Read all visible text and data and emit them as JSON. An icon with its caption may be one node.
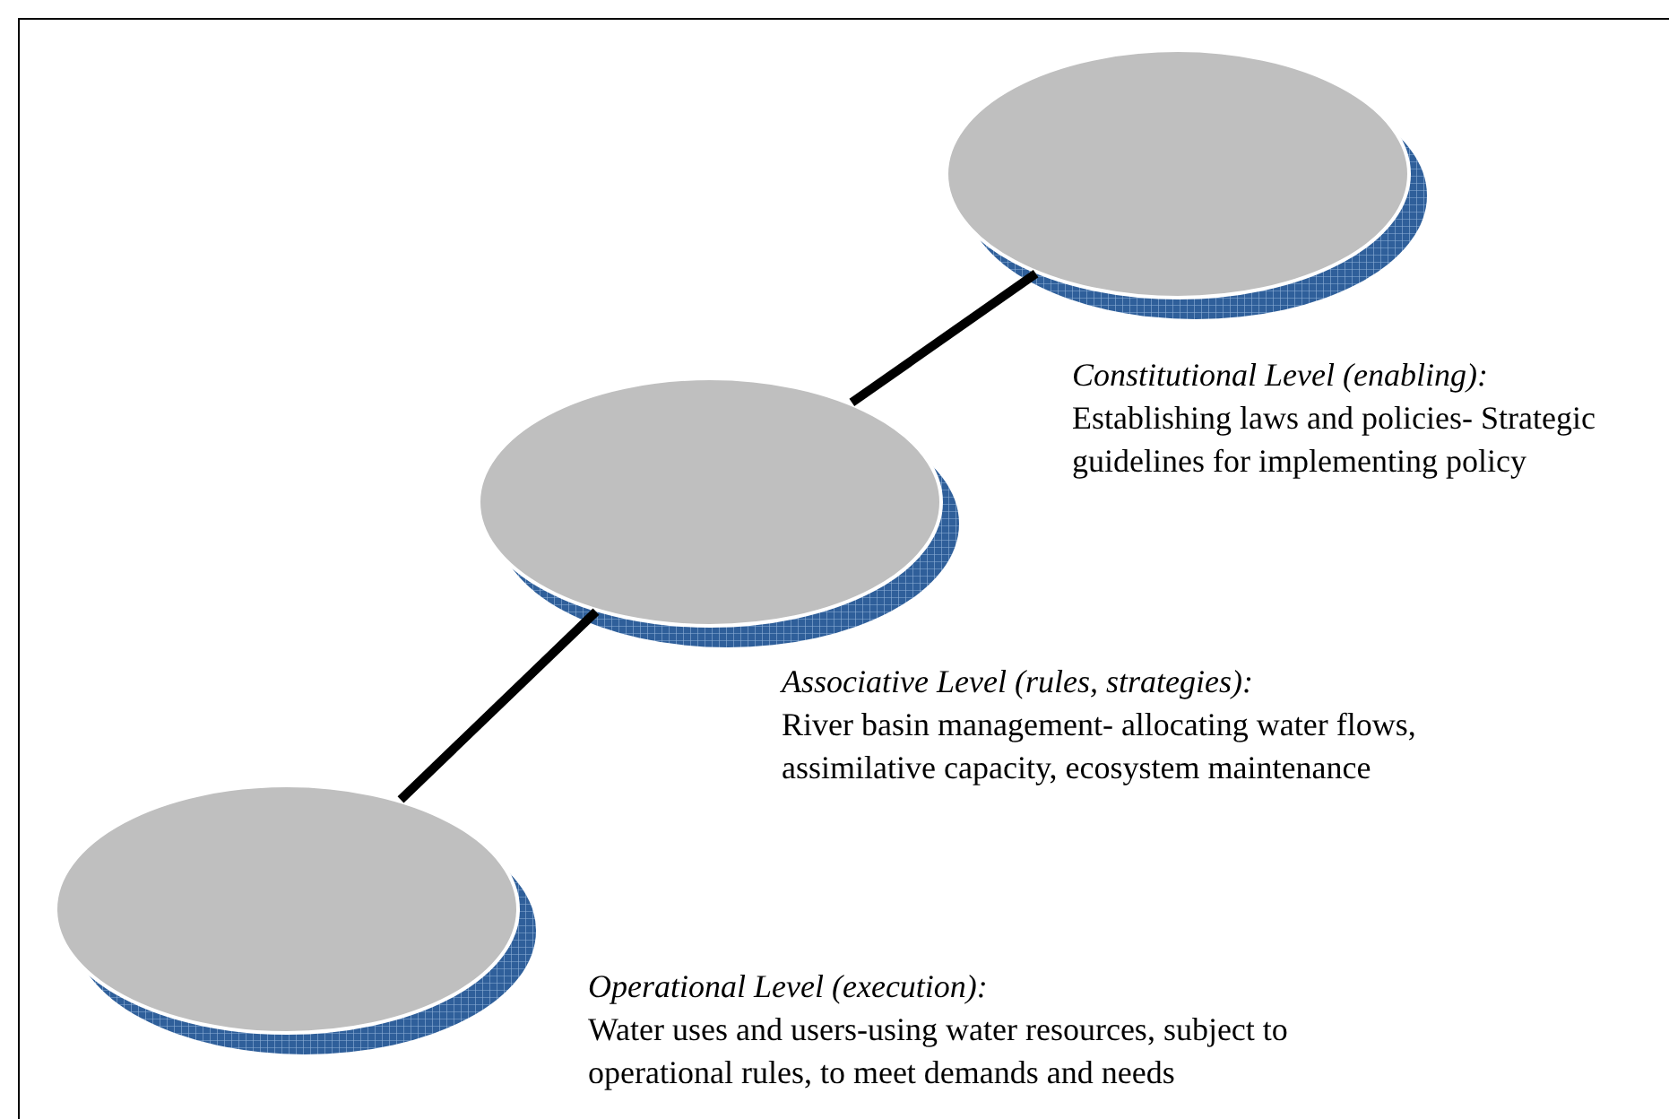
{
  "diagram": {
    "nodes": [
      {
        "text": [],
        "shape": "circle",
        "beside": [
          "Constitutional Level (enabling):",
          "Establishing laws and policies- Strategic guidelines for implementing policy"
        ]
      },
      {
        "text": [],
        "shape": "circle",
        "beside": [
          "Associative Level (rules, strategies):",
          "River basin management- allocating water flows, assimilative capacity, ecosystem maintenance"
        ]
      },
      {
        "text": [],
        "shape": "circle",
        "beside": [
          "Operational Level (execution):",
          "Water uses and users-using water resources, subject to operational rules, to meet demands and needs"
        ]
      }
    ],
    "edges": [
      {
        "from": 0,
        "to": 1,
        "arrow": "none"
      },
      {
        "from": 1,
        "to": 2,
        "arrow": "none"
      }
    ]
  }
}
